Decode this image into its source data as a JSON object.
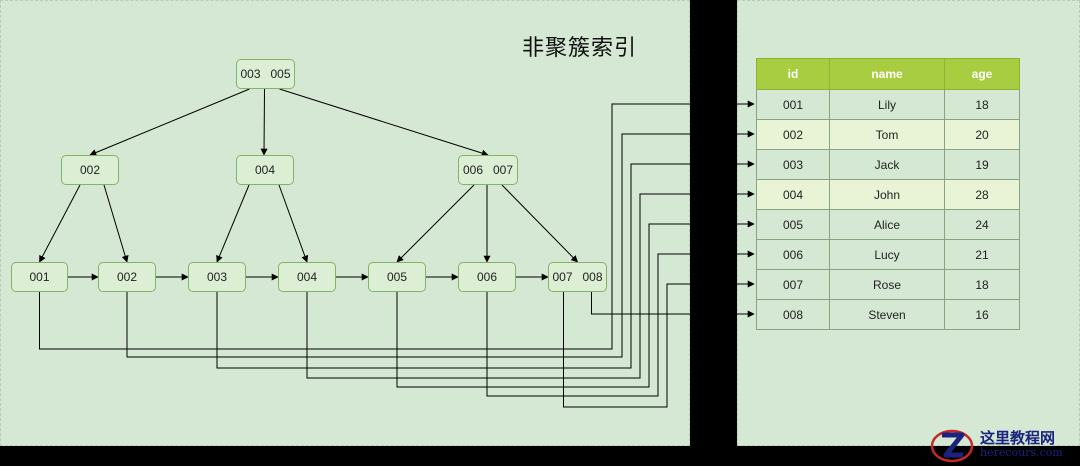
{
  "diagram": {
    "title": "非聚簇索引",
    "root": {
      "keys": [
        "003",
        "005"
      ]
    },
    "internal": [
      {
        "keys": [
          "002"
        ]
      },
      {
        "keys": [
          "004"
        ]
      },
      {
        "keys": [
          "006",
          "007"
        ]
      }
    ],
    "leaves": [
      {
        "keys": [
          "001"
        ]
      },
      {
        "keys": [
          "002"
        ]
      },
      {
        "keys": [
          "003"
        ]
      },
      {
        "keys": [
          "004"
        ]
      },
      {
        "keys": [
          "005"
        ]
      },
      {
        "keys": [
          "006"
        ]
      },
      {
        "keys": [
          "007",
          "008"
        ]
      }
    ],
    "colors": {
      "panel": "#d5e8d4",
      "node_fill": "#dcefd4",
      "node_border": "#82b366",
      "header": "#a9cd41",
      "row_alt": "#e9f4d6",
      "line": "#000000"
    }
  },
  "table": {
    "columns": [
      "id",
      "name",
      "age"
    ],
    "rows": [
      [
        "001",
        "Lily",
        "18"
      ],
      [
        "002",
        "Tom",
        "20"
      ],
      [
        "003",
        "Jack",
        "19"
      ],
      [
        "004",
        "John",
        "28"
      ],
      [
        "005",
        "Alice",
        "24"
      ],
      [
        "006",
        "Lucy",
        "21"
      ],
      [
        "007",
        "Rose",
        "18"
      ],
      [
        "008",
        "Steven",
        "16"
      ]
    ]
  },
  "watermark": {
    "name": "这里教程网",
    "url": "herecours.com",
    "icon": "z-logo-icon"
  }
}
